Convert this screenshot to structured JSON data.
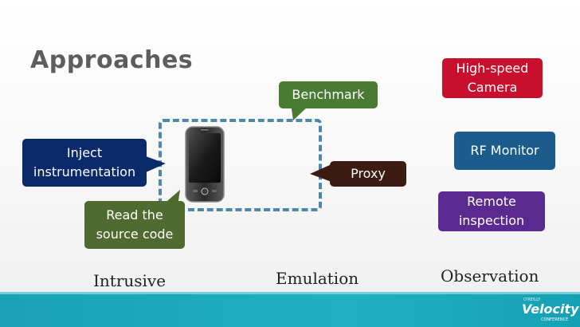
{
  "slide": {
    "title": "Approaches"
  },
  "bubbles": {
    "high_speed_camera": [
      "High-speed",
      "Camera"
    ],
    "rf_monitor": "RF Monitor",
    "remote_inspection": [
      "Remote",
      "inspection"
    ],
    "benchmark": "Benchmark",
    "inject_instrumentation": [
      "Inject",
      "instrumentation"
    ],
    "read_source_code": [
      "Read the",
      "source code"
    ],
    "proxy": "Proxy"
  },
  "columns": {
    "intrusive": "Intrusive",
    "emulation": "Emulation",
    "observation": "Observation"
  },
  "footer": {
    "logo_prefix": "O'REILLY",
    "logo_word": "Velocity",
    "logo_sub": "CONFERENCE"
  },
  "colors": {
    "high_speed_camera": "#c8102e",
    "rf_monitor": "#1c5c8c",
    "remote_inspection": "#5a2a91",
    "benchmark": "#4a7b32",
    "inject_instrumentation": "#0b2a6b",
    "read_source_code": "#4f6b2f",
    "proxy": "#3b1b12",
    "footer": "#19a1b5"
  },
  "icons": {
    "device": "smartphone-icon"
  }
}
